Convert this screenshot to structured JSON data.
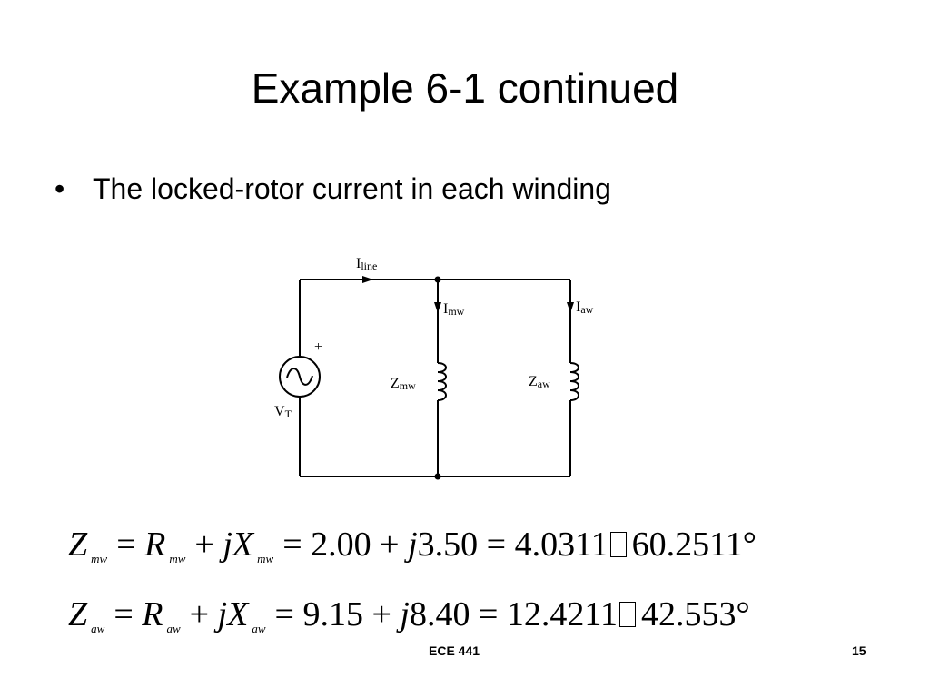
{
  "slide": {
    "title": "Example 6-1 continued",
    "bullet": "The locked-rotor current in each winding",
    "footer_center": "ECE 441",
    "page_number": "15"
  },
  "circuit": {
    "i_line": "I",
    "i_line_sub": "line",
    "i_mw": "I",
    "i_mw_sub": "mw",
    "i_aw": "I",
    "i_aw_sub": "aw",
    "z_mw": "Z",
    "z_mw_sub": "mw",
    "z_aw": "Z",
    "z_aw_sub": "aw",
    "v_t": "V",
    "v_t_sub": "T",
    "plus": "+"
  },
  "equations": [
    {
      "z": "Z",
      "z_sub": "mw",
      "r": "R",
      "r_sub": "mw",
      "x": "X",
      "x_sub": "mw",
      "rect_real": "2.00",
      "rect_imag": "3.50",
      "mag": "4.0311",
      "angle": "60.2511°"
    },
    {
      "z": "Z",
      "z_sub": "aw",
      "r": "R",
      "r_sub": "aw",
      "x": "X",
      "x_sub": "aw",
      "rect_real": "9.15",
      "rect_imag": "8.40",
      "mag": "12.4211",
      "angle": "42.553°"
    }
  ]
}
